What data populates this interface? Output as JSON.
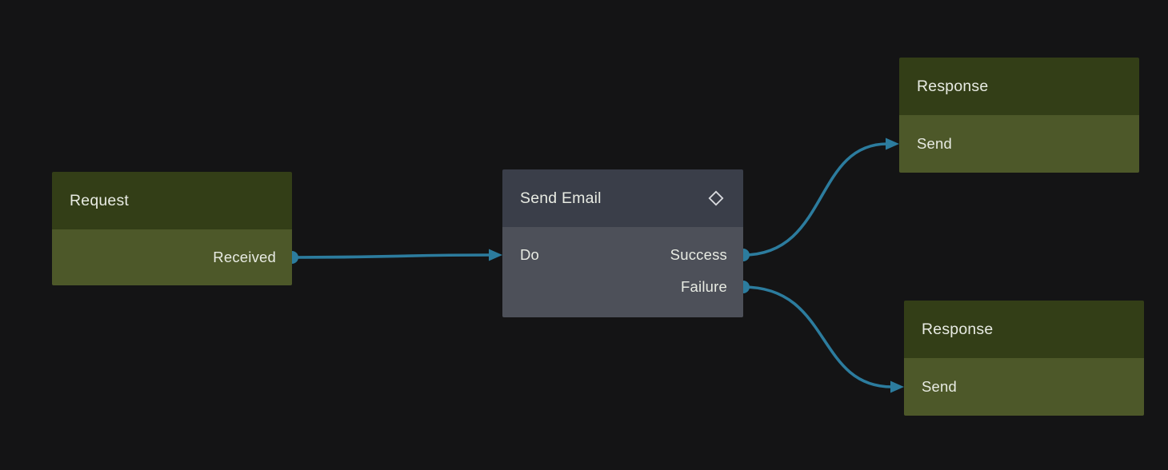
{
  "canvas": {
    "background_color": "#141415"
  },
  "colors": {
    "edge": "#2c7c9e",
    "green_header": "#333e17",
    "green_body": "#4d5829",
    "slate_header": "#3a3e49",
    "slate_body": "#4d5059",
    "text": "#e8ebe3"
  },
  "nodes": [
    {
      "id": "request",
      "title": "Request",
      "inputs": [],
      "outputs": [
        {
          "id": "received",
          "label": "Received"
        }
      ]
    },
    {
      "id": "send-email",
      "title": "Send Email",
      "icon": "diamond-icon",
      "inputs": [
        {
          "id": "do",
          "label": "Do"
        }
      ],
      "outputs": [
        {
          "id": "success",
          "label": "Success"
        },
        {
          "id": "failure",
          "label": "Failure"
        }
      ]
    },
    {
      "id": "response-success",
      "title": "Response",
      "inputs": [
        {
          "id": "send",
          "label": "Send"
        }
      ],
      "outputs": []
    },
    {
      "id": "response-failure",
      "title": "Response",
      "inputs": [
        {
          "id": "send",
          "label": "Send"
        }
      ],
      "outputs": []
    }
  ],
  "edges": [
    {
      "from": "request.received",
      "to": "send-email.do"
    },
    {
      "from": "send-email.success",
      "to": "response-success.send"
    },
    {
      "from": "send-email.failure",
      "to": "response-failure.send"
    }
  ]
}
